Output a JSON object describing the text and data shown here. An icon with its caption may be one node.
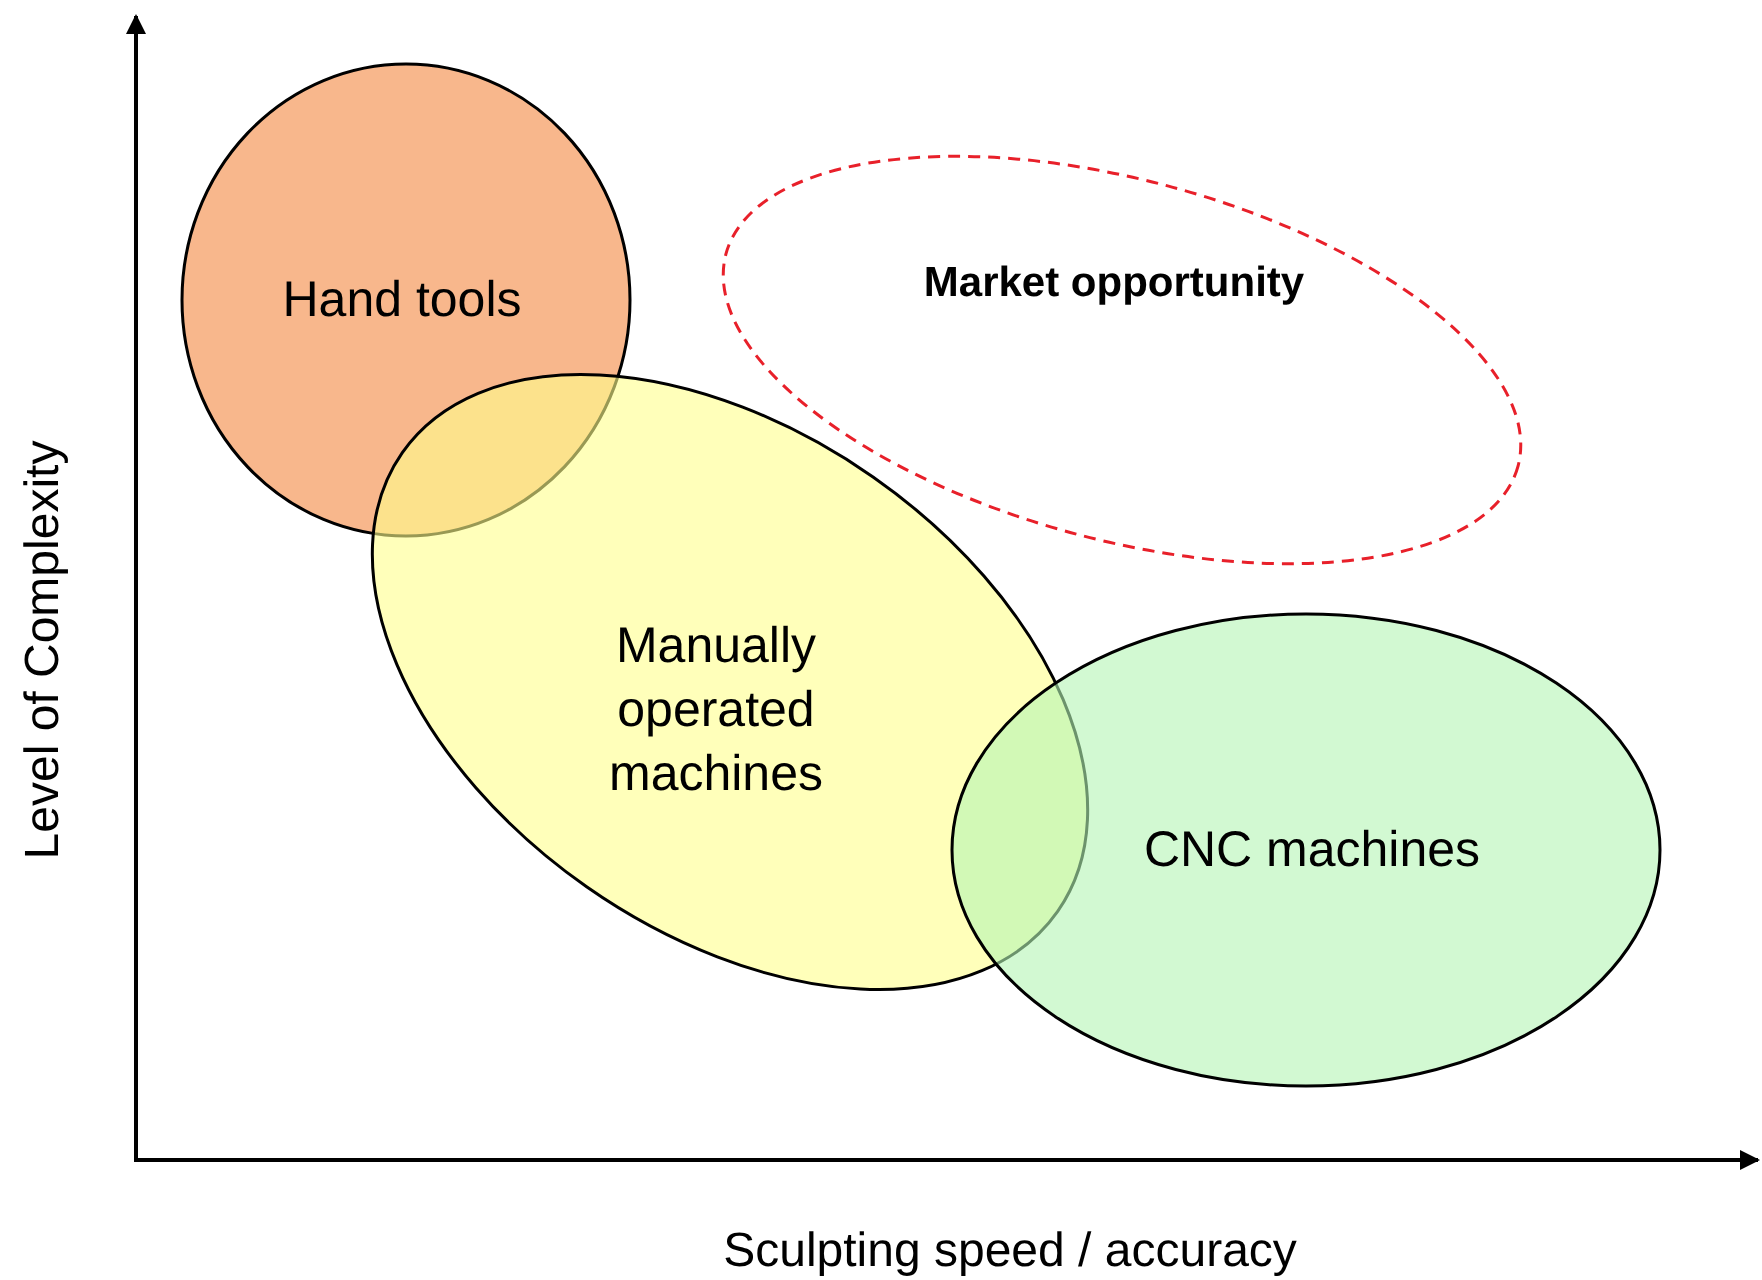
{
  "diagram": {
    "nodes": [
      {
        "text": [
          "Hand tools"
        ]
      },
      {
        "text": [
          "Market opportunity"
        ]
      },
      {
        "text": [
          "Manually operated machines"
        ]
      },
      {
        "text": [
          "CNC machines"
        ]
      }
    ],
    "labels": [
      "Level of Complexity",
      "Sculpting speed / accuracy"
    ]
  }
}
